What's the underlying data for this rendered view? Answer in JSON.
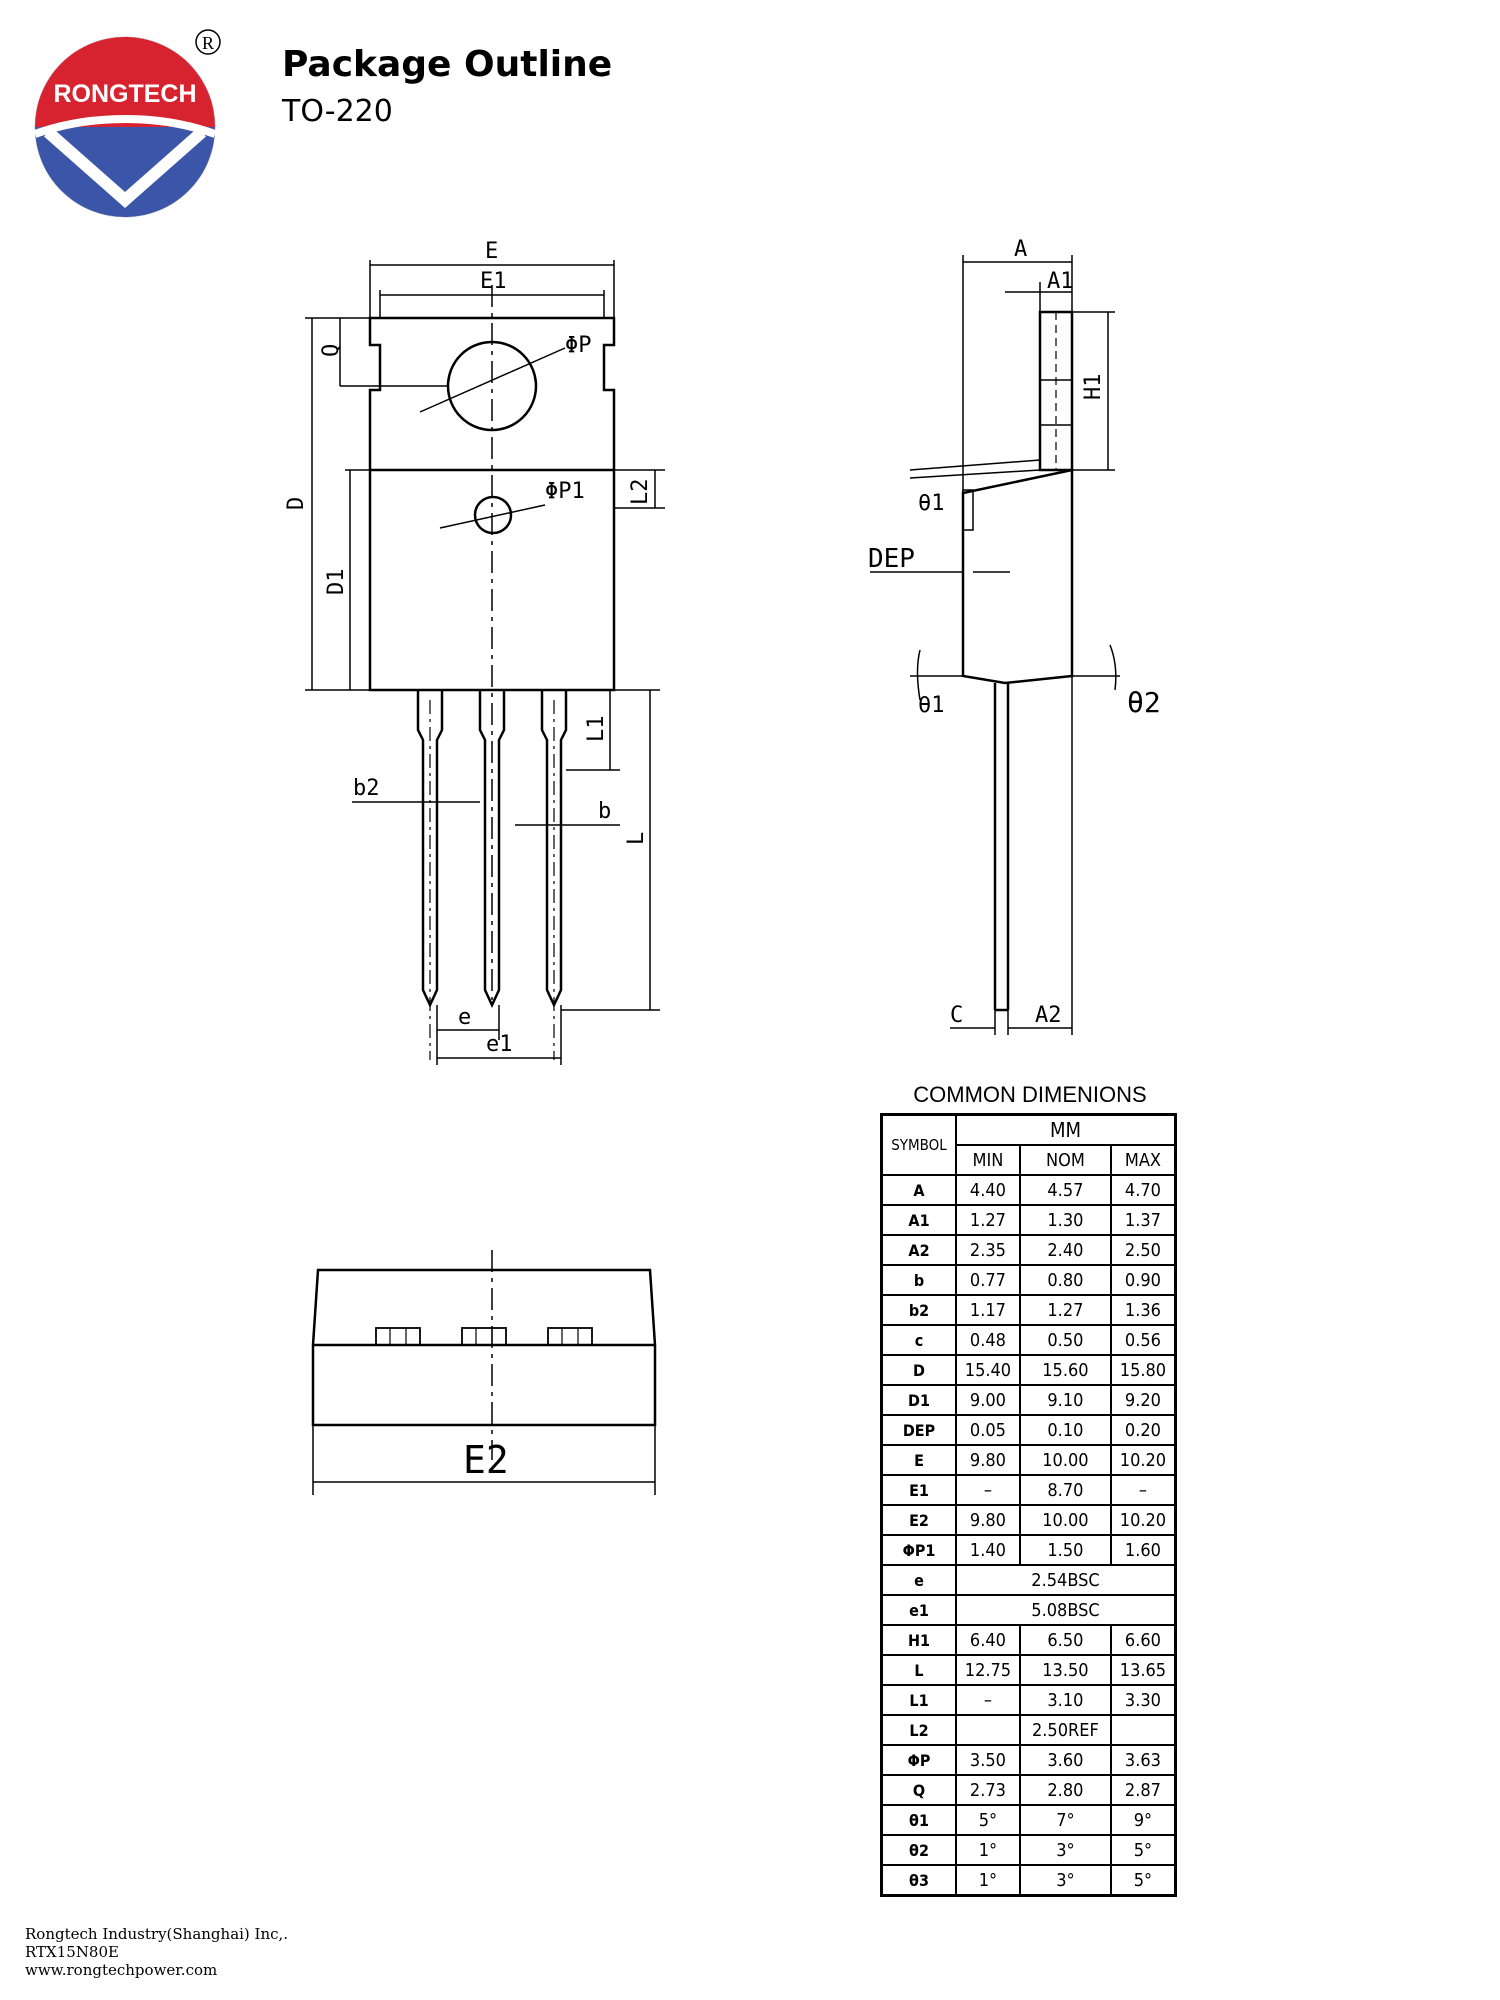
{
  "logo": {
    "text": "RONGTECH",
    "registered": "R"
  },
  "header": {
    "title": "Package Outline",
    "subtitle": "TO-220"
  },
  "drawing_labels": {
    "front": {
      "E": "E",
      "E1": "E1",
      "phiP": "ΦP",
      "phiP1": "ΦP1",
      "Q": "Q",
      "D": "D",
      "D1": "D1",
      "L2": "L2",
      "L1": "L1",
      "L": "L",
      "b2": "b2",
      "b": "b",
      "e": "e",
      "e1": "e1"
    },
    "side": {
      "A": "A",
      "A1": "A1",
      "H1": "H1",
      "theta1a": "θ1",
      "DEP": "DEP",
      "theta1b": "θ1",
      "theta2": "θ2",
      "C": "C",
      "A2": "A2"
    },
    "bottom": {
      "E2": "E2"
    }
  },
  "table": {
    "caption": "COMMON DIMENIONS",
    "unit": "MM",
    "symbol_header": "SYMBOL",
    "columns": [
      "MIN",
      "NOM",
      "MAX"
    ],
    "rows": [
      {
        "symbol": "A",
        "values": [
          "4.40",
          "4.57",
          "4.70"
        ]
      },
      {
        "symbol": "A1",
        "values": [
          "1.27",
          "1.30",
          "1.37"
        ]
      },
      {
        "symbol": "A2",
        "values": [
          "2.35",
          "2.40",
          "2.50"
        ]
      },
      {
        "symbol": "b",
        "values": [
          "0.77",
          "0.80",
          "0.90"
        ]
      },
      {
        "symbol": "b2",
        "values": [
          "1.17",
          "1.27",
          "1.36"
        ]
      },
      {
        "symbol": "c",
        "values": [
          "0.48",
          "0.50",
          "0.56"
        ]
      },
      {
        "symbol": "D",
        "values": [
          "15.40",
          "15.60",
          "15.80"
        ]
      },
      {
        "symbol": "D1",
        "values": [
          "9.00",
          "9.10",
          "9.20"
        ]
      },
      {
        "symbol": "DEP",
        "values": [
          "0.05",
          "0.10",
          "0.20"
        ]
      },
      {
        "symbol": "E",
        "values": [
          "9.80",
          "10.00",
          "10.20"
        ]
      },
      {
        "symbol": "E1",
        "values": [
          "–",
          "8.70",
          "–"
        ]
      },
      {
        "symbol": "E2",
        "values": [
          "9.80",
          "10.00",
          "10.20"
        ]
      },
      {
        "symbol": "ΦP1",
        "values": [
          "1.40",
          "1.50",
          "1.60"
        ]
      },
      {
        "symbol": "e",
        "span": "2.54BSC"
      },
      {
        "symbol": "e1",
        "span": "5.08BSC"
      },
      {
        "symbol": "H1",
        "values": [
          "6.40",
          "6.50",
          "6.60"
        ]
      },
      {
        "symbol": "L",
        "values": [
          "12.75",
          "13.50",
          "13.65"
        ]
      },
      {
        "symbol": "L1",
        "values": [
          "–",
          "3.10",
          "3.30"
        ]
      },
      {
        "symbol": "L2",
        "values": [
          "",
          "2.50REF",
          ""
        ]
      },
      {
        "symbol": "ΦP",
        "values": [
          "3.50",
          "3.60",
          "3.63"
        ]
      },
      {
        "symbol": "Q",
        "values": [
          "2.73",
          "2.80",
          "2.87"
        ]
      },
      {
        "symbol": "θ1",
        "values": [
          "5°",
          "7°",
          "9°"
        ]
      },
      {
        "symbol": "θ2",
        "values": [
          "1°",
          "3°",
          "5°"
        ]
      },
      {
        "symbol": "θ3",
        "values": [
          "1°",
          "3°",
          "5°"
        ]
      }
    ]
  },
  "footer": {
    "company": "Rongtech Industry(Shanghai) Inc,.",
    "part": "RTX15N80E",
    "website": "www.rongtechpower.com"
  }
}
